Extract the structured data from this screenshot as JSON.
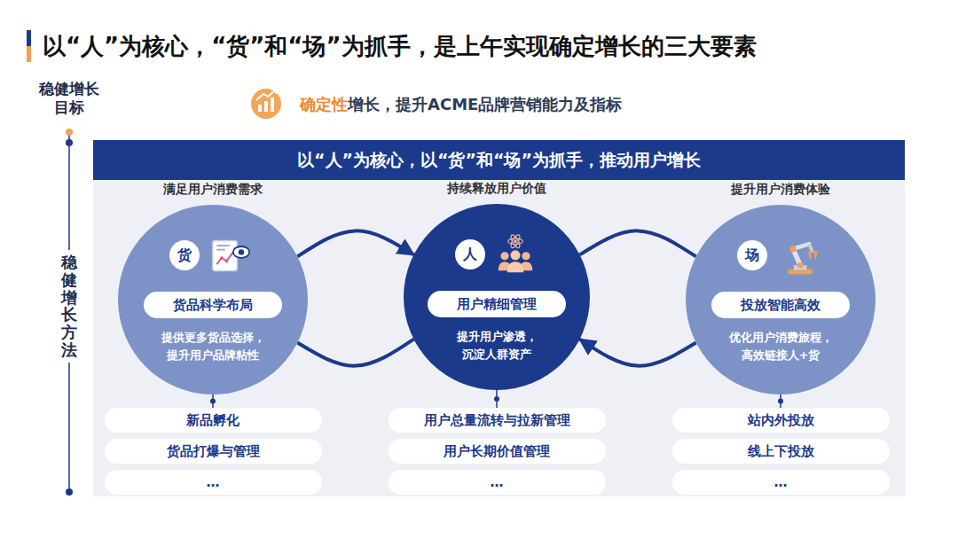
{
  "diagram": {
    "title": "以“人”为核心，“货”和“场”为抓手，是上午实现确定增长的三大要素",
    "nodes": [
      {
        "text": [
          "以“人”为核心，以“货”和“场”为抓手，推动用户增长"
        ]
      },
      {
        "text": [
          "满足用户消费需求",
          "提供更多货品选择， 提升用户品牌粘性"
        ]
      },
      {
        "text": [
          "货"
        ],
        "in": 1
      },
      {
        "text": [
          "货品科学布局"
        ],
        "in": 1
      },
      {
        "text": [
          "持续释放用户价值",
          "提升用户渗透， 沉淀人群资产"
        ]
      },
      {
        "text": [
          "人"
        ],
        "in": 4
      },
      {
        "text": [
          "用户精细管理"
        ],
        "in": 4
      },
      {
        "text": [
          "提升用户消费体验",
          "优化用户消费旅程， 高效链接人+货"
        ]
      },
      {
        "text": [
          "场"
        ],
        "in": 7
      },
      {
        "text": [
          "投放智能高效"
        ],
        "in": 7
      },
      {
        "text": [
          "新品孵化"
        ]
      },
      {
        "text": [
          "货品打爆与管理"
        ]
      },
      {
        "text": [
          "…"
        ]
      },
      {
        "text": [
          "用户总量流转与拉新管理"
        ]
      },
      {
        "text": [
          "用户长期价值管理"
        ]
      },
      {
        "text": [
          "…"
        ]
      },
      {
        "text": [
          "站内外投放"
        ]
      },
      {
        "text": [
          "线上下投放"
        ]
      },
      {
        "text": [
          "…"
        ]
      }
    ],
    "edges": [
      {
        "from": 1,
        "to": 4,
        "arrow": "to"
      },
      {
        "from": 4,
        "to": 7,
        "arrow": "none"
      },
      {
        "from": 7,
        "to": 4,
        "arrow": "to"
      },
      {
        "from": 4,
        "to": 1,
        "arrow": "none"
      },
      {
        "from": 1,
        "to": 10,
        "arrow": "none"
      },
      {
        "from": 4,
        "to": 13,
        "arrow": "none"
      },
      {
        "from": 7,
        "to": 16,
        "arrow": "none"
      }
    ],
    "labels": [
      "稳健增长目标",
      "确定性",
      "增长，提升ACME品牌营销能力及指标",
      "稳健增长方法"
    ]
  }
}
